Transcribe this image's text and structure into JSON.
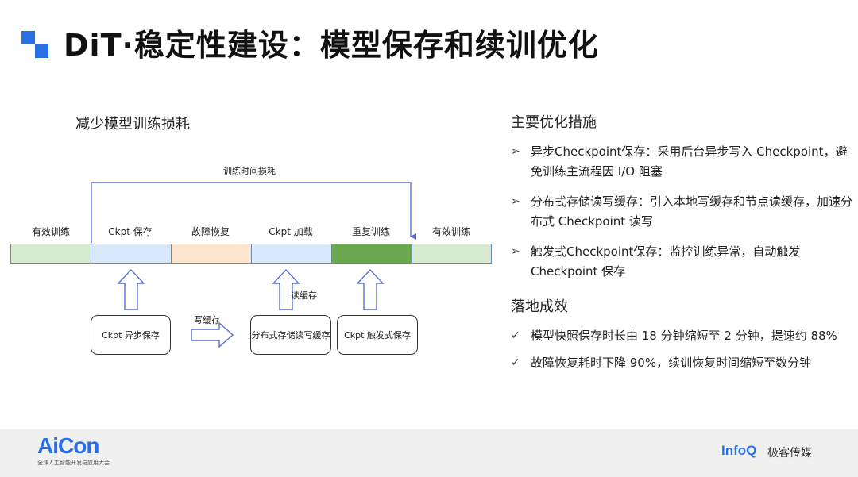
{
  "title": "DiT·稳定性建设：模型保存和续训优化",
  "left": {
    "heading": "减少模型训练损耗",
    "loss_label": "训练时间损耗",
    "segments": [
      {
        "label": "有效训练",
        "color": "#d9ead3"
      },
      {
        "label": "Ckpt 保存",
        "color": "#dae8fc"
      },
      {
        "label": "故障恢复",
        "color": "#fce5cd"
      },
      {
        "label": "Ckpt 加载",
        "color": "#dae8fc"
      },
      {
        "label": "重复训练",
        "color": "#6aa84f"
      },
      {
        "label": "有效训练",
        "color": "#d9ead3"
      }
    ],
    "boxes": {
      "async_save": "Ckpt 异步保存",
      "distributed": "分布式存储读写缓存",
      "trigger_save": "Ckpt 触发式保存"
    },
    "write_cache_label": "写缓存",
    "read_cache_label": "读缓存"
  },
  "right": {
    "heading1": "主要优化措施",
    "measures": [
      "异步Checkpoint保存：采用后台异步写入 Checkpoint，避免训练主流程因 I/O 阻塞",
      "分布式存储读写缓存：引入本地写缓存和节点读缓存，加速分布式 Checkpoint 读写",
      "触发式Checkpoint保存：监控训练异常，自动触发 Checkpoint 保存"
    ],
    "measure_mark": "➢",
    "heading2": "落地成效",
    "results": [
      "模型快照保存时长由 18 分钟缩短至 2 分钟，提速约 88%",
      "故障恢复耗时下降 90%，续训恢复时间缩短至数分钟"
    ],
    "result_mark": "✓"
  },
  "footer": {
    "aicon": "AiCon",
    "aicon_sub": "全球人工智能开发与应用大会",
    "infoq": "InfoQ",
    "geek": "极客传媒"
  },
  "colors": {
    "brand": "#2b6fe5",
    "arrow": "#5b6ed0"
  }
}
